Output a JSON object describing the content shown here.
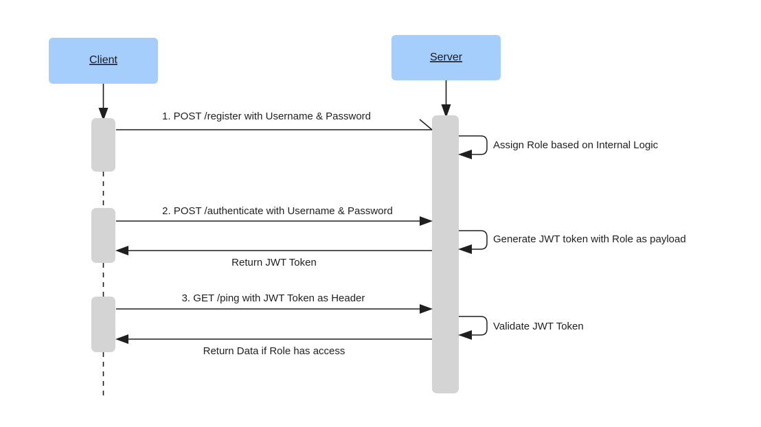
{
  "diagram": {
    "type": "sequence-diagram",
    "background_color": "#ffffff",
    "participant_fill": "#a6cefc",
    "activation_fill": "#d4d4d4",
    "line_color": "#1f1f1f",
    "participants": [
      {
        "id": "client",
        "label": "Client"
      },
      {
        "id": "server",
        "label": "Server"
      }
    ],
    "messages": [
      {
        "index": 1,
        "label": "1. POST /register with Username & Password",
        "from": "client",
        "to": "server",
        "arrow_style": "open-half",
        "direction": "right"
      },
      {
        "index": 2,
        "label": "2. POST /authenticate with Username & Password",
        "from": "client",
        "to": "server",
        "arrow_style": "filled",
        "direction": "right"
      },
      {
        "index": 3,
        "label": "Return JWT Token",
        "from": "server",
        "to": "client",
        "arrow_style": "filled",
        "direction": "left"
      },
      {
        "index": 4,
        "label": "3. GET /ping with JWT Token as Header",
        "from": "client",
        "to": "server",
        "arrow_style": "filled",
        "direction": "right"
      },
      {
        "index": 5,
        "label": "Return Data if Role has access",
        "from": "server",
        "to": "client",
        "arrow_style": "filled",
        "direction": "left"
      }
    ],
    "self_messages": [
      {
        "index": 1,
        "label": "Assign Role based on Internal Logic",
        "on": "server"
      },
      {
        "index": 2,
        "label": "Generate JWT token with Role as payload",
        "on": "server"
      },
      {
        "index": 3,
        "label": "Validate JWT Token",
        "on": "server"
      }
    ]
  }
}
